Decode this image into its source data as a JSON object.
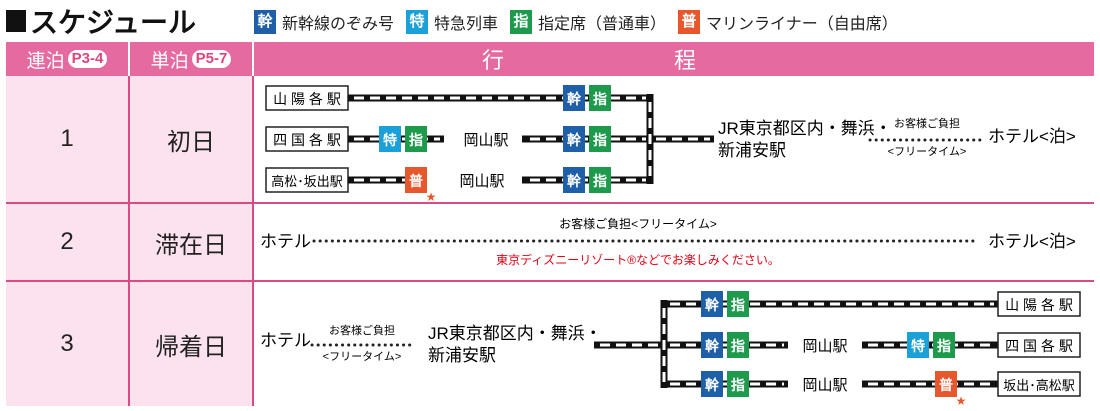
{
  "title": "スケジュール",
  "legend": [
    {
      "badge": "幹",
      "text": "新幹線のぞみ号",
      "color": "#1f5fa8"
    },
    {
      "badge": "特",
      "text": "特急列車",
      "color": "#1ba0d8"
    },
    {
      "badge": "指",
      "text": "指定席（普通車）",
      "color": "#1d9a4c"
    },
    {
      "badge": "普",
      "text": "マリンライナー（自由席）",
      "color": "#e8572c"
    }
  ],
  "header": {
    "renpaku": "連泊",
    "renpaku_page": "P3-4",
    "tanpaku": "単泊",
    "tanpaku_page": "P5-7",
    "itinerary": "行程"
  },
  "rows": [
    {
      "num": "1",
      "day": "初日"
    },
    {
      "num": "2",
      "day": "滞在日"
    },
    {
      "num": "3",
      "day": "帰着日"
    }
  ],
  "day1": {
    "origins": [
      "山 陽 各 駅",
      "四 国 各 駅",
      "高松･坂出駅"
    ],
    "okayama": "岡山駅",
    "dest_line1": "JR東京都区内・舞浜・",
    "dest_line2": "新浦安駅",
    "free_top": "お客様ご負担",
    "free_bottom": "<フリータイム>",
    "hotel": "ホテル<泊>"
  },
  "day2": {
    "left": "ホテル",
    "right": "ホテル<泊>",
    "free": "お客様ご負担<フリータイム>",
    "note": "東京ディズニーリゾート®などでお楽しみください。"
  },
  "day3": {
    "hotel": "ホテル",
    "free_top": "お客様ご負担",
    "free_bottom": "<フリータイム>",
    "origin_line1": "JR東京都区内・舞浜・",
    "origin_line2": "新浦安駅",
    "okayama": "岡山駅",
    "dests": [
      "山 陽 各 駅",
      "四 国 各 駅",
      "坂出･高松駅"
    ]
  },
  "colors": {
    "pink_header": "#e56aa0",
    "pink_cell": "#fbe2ee",
    "border": "#d84c86",
    "shinkansen": "#1f5fa8",
    "tokkyu": "#1ba0d8",
    "shitei": "#1d9a4c",
    "futsu": "#e8572c",
    "star": "#e8572c",
    "note_red": "#e60012"
  }
}
